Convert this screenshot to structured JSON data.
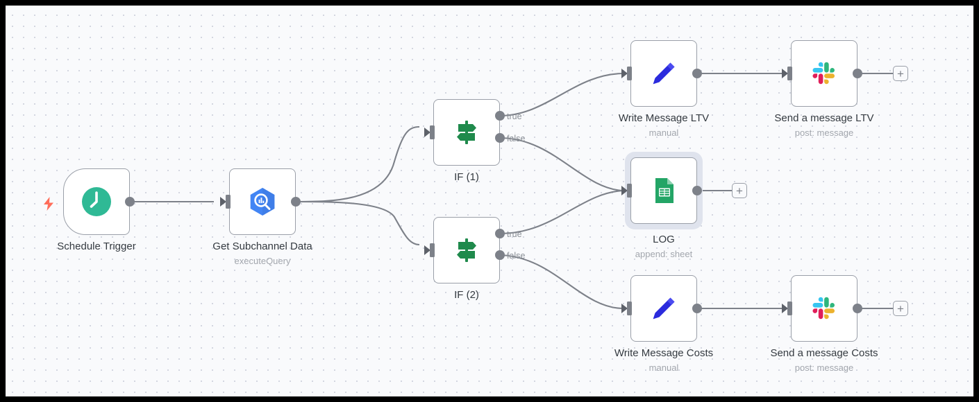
{
  "canvas": {
    "background_color": "#f9fafc",
    "grid_dot_color": "#d3d6e0",
    "frame_color": "#000000"
  },
  "colors": {
    "node_border": "#9a9fa8",
    "node_fill": "#ffffff",
    "connector": "#7d8189",
    "label_text": "#343a40",
    "sublabel_text": "#a2a6ad",
    "selection_halo": "#dfe3ed",
    "trigger_bolt": "#ff6d5a",
    "schedule_icon": "#2fb995",
    "if_icon": "#1f8a4c",
    "bigquery_icon": "#4285f4",
    "pencil_icon": "#2b2bdd",
    "sheets_icon": "#23a council"
  },
  "workflow": {
    "nodes": [
      {
        "id": "schedule-trigger",
        "label": "Schedule Trigger",
        "subtitle": "",
        "icon": "clock-icon",
        "kind": "trigger",
        "selected": false
      },
      {
        "id": "get-subchannel-data",
        "label": "Get Subchannel Data",
        "subtitle": "executeQuery",
        "icon": "bigquery-icon",
        "kind": "action",
        "selected": false
      },
      {
        "id": "if-1",
        "label": "IF (1)",
        "subtitle": "",
        "icon": "signpost-icon",
        "kind": "if",
        "selected": false,
        "outputs": [
          "true",
          "false"
        ]
      },
      {
        "id": "if-2",
        "label": "IF (2)",
        "subtitle": "",
        "icon": "signpost-icon",
        "kind": "if",
        "selected": false,
        "outputs": [
          "true",
          "false"
        ]
      },
      {
        "id": "write-message-ltv",
        "label": "Write Message LTV",
        "subtitle": "manual",
        "icon": "pencil-icon",
        "kind": "action",
        "selected": false
      },
      {
        "id": "send-a-message-ltv",
        "label": "Send a message LTV",
        "subtitle": "post: message",
        "icon": "slack-icon",
        "kind": "action",
        "selected": false
      },
      {
        "id": "log",
        "label": "LOG",
        "subtitle": "append: sheet",
        "icon": "google-sheets-icon",
        "kind": "action",
        "selected": true
      },
      {
        "id": "write-message-costs",
        "label": "Write Message Costs",
        "subtitle": "manual",
        "icon": "pencil-icon",
        "kind": "action",
        "selected": false
      },
      {
        "id": "send-a-message-costs",
        "label": "Send a message Costs",
        "subtitle": "post: message",
        "icon": "slack-icon",
        "kind": "action",
        "selected": false
      }
    ],
    "port_labels": {
      "if1_true": "true",
      "if1_false": "false",
      "if2_true": "true",
      "if2_false": "false"
    },
    "add_buttons": [
      {
        "id": "add-after-send-ltv",
        "label": "+"
      },
      {
        "id": "add-after-log",
        "label": "+"
      },
      {
        "id": "add-after-send-costs",
        "label": "+"
      }
    ],
    "connections": [
      {
        "from": "schedule-trigger",
        "to": "get-subchannel-data"
      },
      {
        "from": "get-subchannel-data",
        "to": "if-1"
      },
      {
        "from": "get-subchannel-data",
        "to": "if-2"
      },
      {
        "from": "if-1",
        "output": "true",
        "to": "write-message-ltv"
      },
      {
        "from": "if-1",
        "output": "false",
        "to": "log"
      },
      {
        "from": "if-2",
        "output": "true",
        "to": "log"
      },
      {
        "from": "if-2",
        "output": "false",
        "to": "write-message-costs"
      },
      {
        "from": "write-message-ltv",
        "to": "send-a-message-ltv"
      },
      {
        "from": "write-message-costs",
        "to": "send-a-message-costs"
      }
    ]
  }
}
